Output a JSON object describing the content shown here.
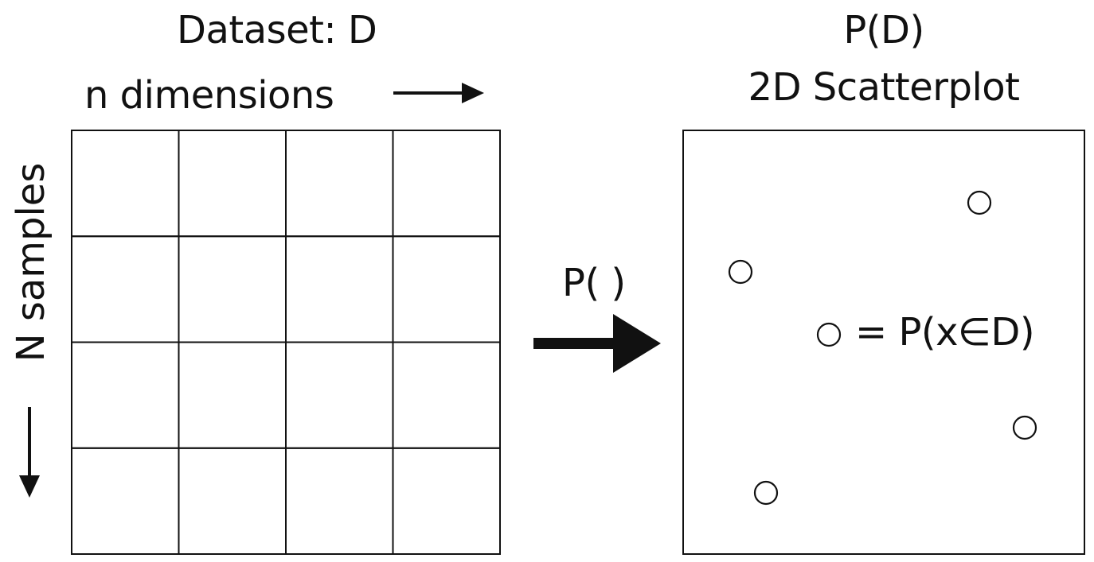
{
  "dataset": {
    "title": "Dataset: D",
    "dimensions_label": "n dimensions",
    "samples_label": "N samples",
    "grid": {
      "rows": 4,
      "cols": 4
    }
  },
  "projection": {
    "title": "P(D)",
    "subtitle": "2D Scatterplot",
    "transform_label": "P( )",
    "point_legend": "= P(x∈D)"
  },
  "colors": {
    "line": "#111111",
    "background": "#ffffff"
  }
}
